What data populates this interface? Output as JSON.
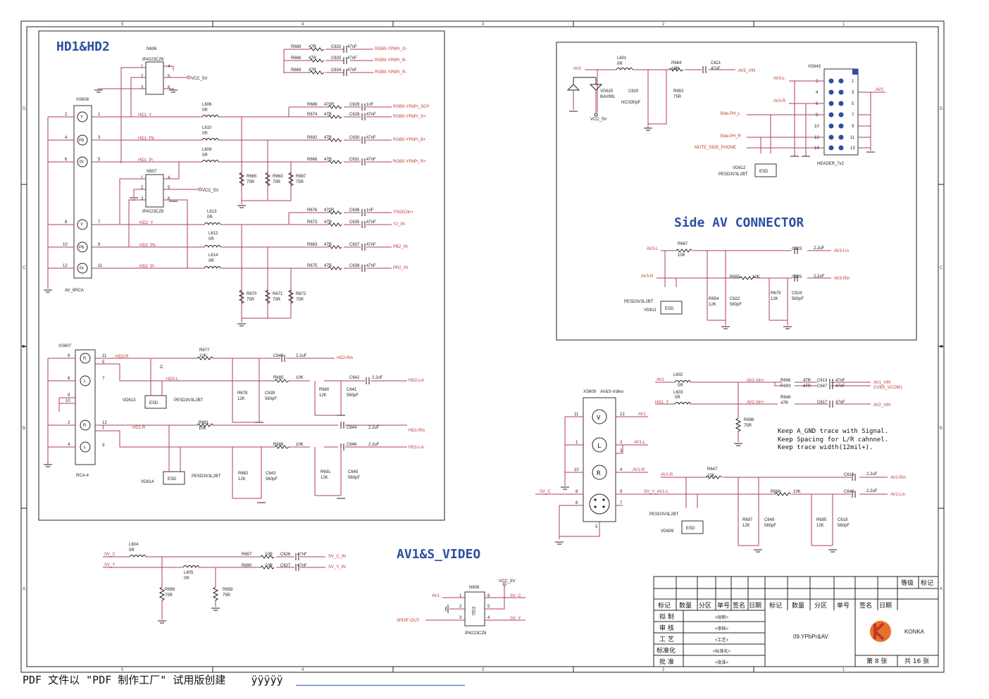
{
  "frame": {
    "col_marks": [
      "5",
      "4",
      "3",
      "2",
      "1"
    ],
    "row_marks": [
      "D",
      "C",
      "B",
      "A"
    ]
  },
  "headings": {
    "hd": "HD1&HD2",
    "side": "Side AV CONNECTOR",
    "av1": "AV1&S_VIDEO"
  },
  "notes": [
    "Keep A_GND trace with Signal.",
    "Keep Spacing for L/R cahnnel.",
    "Keep trace width(12mil+)."
  ],
  "hd": {
    "n606": {
      "ref": "N606",
      "part": "IP4223CZ6",
      "vcc": "VCC_5V",
      "pins": [
        "1",
        "2",
        "3",
        "4",
        "5",
        "6"
      ]
    },
    "n607": {
      "ref": "N607",
      "part": "IP4223CZ6",
      "vcc": "VCC_5V",
      "pins": [
        "1",
        "2",
        "3",
        "4",
        "5",
        "6"
      ]
    },
    "xs608": {
      "ref": "XS608",
      "part": "AV_6RCA",
      "jacks": [
        "Y",
        "Pb",
        "Pr",
        "Y",
        "Pb",
        "Pr"
      ],
      "pins_left": [
        "2",
        "4",
        "6",
        "8",
        "10",
        "12"
      ],
      "pins_right": [
        "1",
        "3",
        "5",
        "7",
        "9",
        "11"
      ]
    },
    "top_rgb": [
      {
        "r": "R689",
        "rv": "47R",
        "c": "C632",
        "cv": "47nF",
        "net": "RGB0-YPbPr_G-"
      },
      {
        "r": "R668",
        "rv": "47R",
        "c": "C633",
        "cv": "47nF",
        "net": "RGB0-YPbPr_B-"
      },
      {
        "r": "R669",
        "rv": "47R",
        "c": "C634",
        "cv": "47nF",
        "net": "RGB0-YPbPr_R-"
      }
    ],
    "hd1_rows": [
      {
        "net": "HD1_Y",
        "l": "L606",
        "lv": "0R"
      },
      {
        "net": "HD1_Pb",
        "l": "L610",
        "lv": "0R"
      },
      {
        "net": "HD1_Pr",
        "l": "L609",
        "lv": "0R"
      }
    ],
    "hd1_out": [
      {
        "r": "R688",
        "rv": "470R",
        "c": "C629",
        "cv": "1nF",
        "net": "RGB0-YPbPr_SOY"
      },
      {
        "r": "R674",
        "rv": "47R",
        "c": "C628",
        "cv": "47nF",
        "net": "RGB0-YPbPr_G+"
      },
      {
        "r": "R692",
        "rv": "47R",
        "c": "C630",
        "cv": "47nF",
        "net": "RGB0-YPbPr_B+"
      },
      {
        "r": "R666",
        "rv": "47R",
        "c": "C631",
        "cv": "47nF",
        "net": "RGB0-YPbPr_R+"
      }
    ],
    "hd1_term": [
      {
        "r": "R665",
        "v": "75R"
      },
      {
        "r": "R663",
        "v": "75R"
      },
      {
        "r": "R687",
        "v": "75R"
      }
    ],
    "hd2_rows": [
      {
        "net": "HD2_Y",
        "l": "L613",
        "lv": "0R"
      },
      {
        "net": "HD2_Pb",
        "l": "L612",
        "lv": "0R"
      },
      {
        "net": "HD2_Pr",
        "l": "L614",
        "lv": "0R"
      }
    ],
    "hd2_out": [
      {
        "r": "R676",
        "rv": "470R",
        "c": "C636",
        "cv": "1nF",
        "net": "YSOG2in+"
      },
      {
        "r": "R673",
        "rv": "47R",
        "c": "C635",
        "cv": "47nF",
        "net": "Y2_IN"
      },
      {
        "r": "R683",
        "rv": "47R",
        "c": "C637",
        "cv": "47nF",
        "net": "PB2_IN"
      },
      {
        "r": "R675",
        "rv": "47R",
        "c": "C638",
        "cv": "47nF",
        "net": "PR2_IN"
      }
    ],
    "hd2_term": [
      {
        "r": "R670",
        "v": "75R"
      },
      {
        "r": "R671",
        "v": "75R"
      },
      {
        "r": "R672",
        "v": "75R"
      }
    ],
    "xs607": {
      "ref": "XS607",
      "part": "RCA-4",
      "jacks": [
        "R",
        "L",
        "R",
        "L"
      ],
      "pins_left": [
        "6",
        "8",
        "9",
        "10",
        "2",
        "4"
      ],
      "pins_right": [
        "11",
        "5",
        "7",
        "12",
        "1",
        "3"
      ]
    },
    "audio": [
      {
        "net": "HD2-R",
        "r": "R677",
        "rv": "10K",
        "c": "C640",
        "cv": "2.2uF",
        "out": "HD2-Rin"
      },
      {
        "net": "HD2-L",
        "r": "R685",
        "rv": "10K",
        "c": "C642",
        "cv": "2.2uF",
        "out": "HD2-Lin"
      },
      {
        "net": "HD1-R",
        "r": "R681",
        "rv": "10K",
        "c": "C644",
        "cv": "2.2uF",
        "out": "HD1-Rin"
      },
      {
        "net": "",
        "r": "R686",
        "rv": "10K",
        "c": "C646",
        "cv": "2.2uF",
        "out": "HD1-Lin"
      }
    ],
    "audio_sh": [
      {
        "r": "R678",
        "rv": "12K",
        "c": "C639",
        "cv": "560pF"
      },
      {
        "r": "R680",
        "rv": "12K",
        "c": "C641",
        "cv": "560pF"
      },
      {
        "r": "R682",
        "rv": "12K",
        "c": "C643",
        "cv": "560pF"
      },
      {
        "r": "R691",
        "rv": "12K",
        "c": "C645",
        "cv": "560pF"
      }
    ],
    "esd": [
      {
        "ref": "VD613",
        "part": "PESD3V3L2BT",
        "tag": "ESD"
      },
      {
        "ref": "VD614",
        "part": "PESD3V3L2BT",
        "tag": "ESD"
      }
    ],
    "mark": "上"
  },
  "side": {
    "av3": "AV3",
    "l601": {
      "ref": "L601",
      "v": "0R"
    },
    "r684": {
      "ref": "R684",
      "v": "10R"
    },
    "c621": {
      "ref": "C621",
      "v": "47nF"
    },
    "out": "AV3_VIN",
    "vd625": {
      "ref": "VD625",
      "part": "BAV99L"
    },
    "c620": {
      "ref": "C620",
      "v": "NC/330pF"
    },
    "r653": {
      "ref": "R653",
      "v": "75R"
    },
    "vcc": "VCC_5V",
    "xs643": {
      "ref": "XS643",
      "part": "HEADER_7x2",
      "left": [
        "2",
        "4",
        "6",
        "8",
        "10",
        "12",
        "14"
      ],
      "right": [
        "1",
        "3",
        "5",
        "7",
        "9",
        "11",
        "13"
      ]
    },
    "nets": [
      "AV3-L",
      "AV3-R",
      "Side-PH_L",
      "Side-PH_R",
      "MUTE_SIDE_PHONE",
      "AV3"
    ],
    "vd612": {
      "ref": "VD612",
      "part": "PESD3V3L2BT",
      "tag": "ESD"
    },
    "audio": [
      {
        "net": "AV3-L",
        "r": "R667",
        "rv": "10K",
        "c": "C623",
        "cv": "2.2uF",
        "out": "AV3-Lin"
      },
      {
        "net": "AV3-R",
        "r": "R655",
        "rv": "10K",
        "c": "C625",
        "cv": "2.2uF",
        "out": "AV3-Rin"
      }
    ],
    "sh": [
      {
        "r": "R654",
        "rv": "12K",
        "c": "C622",
        "cv": "560pF"
      },
      {
        "r": "R679",
        "rv": "12K",
        "c": "C624",
        "cv": "560pF"
      }
    ],
    "vd611": {
      "ref": "VD611",
      "part": "PESD3V3L2BT",
      "tag": "ESD"
    }
  },
  "av1": {
    "xs609": {
      "ref": "XS609",
      "part": "AV&S-Vdieo",
      "jacks": [
        "V",
        "L",
        "R"
      ],
      "pins_left": [
        "11",
        "1",
        "10",
        "8",
        "6"
      ],
      "pins_right": [
        "12",
        "2",
        "3",
        "4",
        "9",
        "7"
      ],
      "pin5": "5"
    },
    "l602": {
      "ref": "L602",
      "v": "0R",
      "net": "AV1"
    },
    "l603": {
      "ref": "L603",
      "v": "0R",
      "net": "HD1_Y"
    },
    "outs": [
      {
        "net": "AV1-Vin+",
        "r": "R696",
        "rv": "47R",
        "c": "C613",
        "cv": "47nF",
        "out": "AV1_VIN"
      },
      {
        "net": "",
        "r": "R693",
        "rv": "47R",
        "c": "C647",
        "cv": "47nF",
        "out": "CVBS_VCOM1"
      },
      {
        "net": "AV2-Vin+",
        "r": "R648",
        "rv": "47R",
        "c": "C617",
        "cv": "47nF",
        "out": "AV2_VIN"
      }
    ],
    "r698": {
      "ref": "R698",
      "v": "75R"
    },
    "pin_nets": [
      "AV1",
      "AV1-L",
      "AV1-R",
      "SV_C",
      "SV_Y_AV1-L"
    ],
    "audio": [
      {
        "net": "AV1-R",
        "r": "R647",
        "rv": "10K",
        "c": "C619",
        "cv": "2.2uF",
        "out": "AV1-Rin"
      },
      {
        "net": "SV_Y_AV1-L",
        "r": "R694",
        "rv": "10K",
        "c": "C648",
        "cv": "2.2uF",
        "out": "AV1-Lin"
      }
    ],
    "sh": [
      {
        "r": "R697",
        "rv": "12K",
        "c": "C649",
        "cv": "560pF"
      },
      {
        "r": "R695",
        "rv": "12K",
        "c": "C618",
        "cv": "560pF"
      }
    ],
    "vd609": {
      "ref": "VD609",
      "part": "PESD3V3L2BT",
      "tag": "ESD"
    },
    "sv": [
      {
        "net": "SV_C",
        "l": "L604",
        "lv": "0R",
        "r": "R657",
        "rv": "10R",
        "c": "C626",
        "cv": "47nF",
        "out": "SV_C_IN"
      },
      {
        "net": "SV_Y",
        "l": "L605",
        "lv": "0R",
        "r": "R690",
        "rv": "10R",
        "c": "C627",
        "cv": "47nF",
        "out": "SV_Y_IN"
      }
    ],
    "sv_term": [
      {
        "r": "R656",
        "v": "75R"
      },
      {
        "r": "R658",
        "v": "75R"
      }
    ],
    "n608": {
      "ref": "N608",
      "part": "IP4223CZ6",
      "vcc": "VCC_5V",
      "tag": "ESD",
      "nets": [
        "AV1",
        "SPDIF-OUT",
        "SV_C",
        "SV_Y"
      ],
      "pins": [
        "1",
        "2",
        "3",
        "4",
        "5",
        "6"
      ]
    }
  },
  "title_block": {
    "grade": "等级",
    "mark": "标记",
    "head": [
      "标记",
      "数量",
      "分区",
      "单号",
      "签名",
      "日期",
      "标记",
      "数量",
      "分区",
      "单号",
      "签名",
      "日期"
    ],
    "roles": [
      {
        "name": "拟  制",
        "val": "<拟制>"
      },
      {
        "name": "审  核",
        "val": "<审核>"
      },
      {
        "name": "工  艺",
        "val": "<工艺>"
      },
      {
        "name": "标准化",
        "val": "<标准化>"
      },
      {
        "name": "批  准",
        "val": "<批准>"
      }
    ],
    "drawing": "09.YPbPr&AV",
    "company": "KONKA",
    "sheet": "第 8 张",
    "total": "共 16 张"
  },
  "footer": {
    "text": "PDF 文件以 \"PDF 制作工厂\" 试用版创建",
    "link": "ÿÿÿÿÿ"
  }
}
